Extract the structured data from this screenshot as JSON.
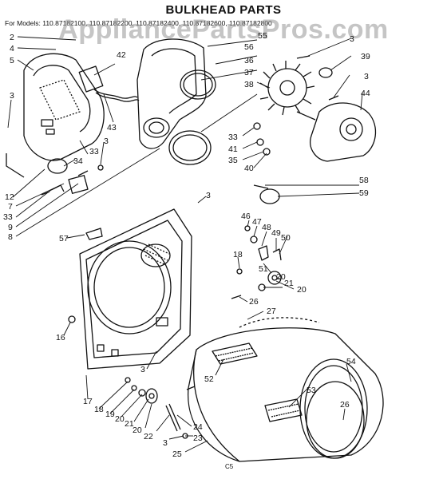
{
  "header": {
    "title": "BULKHEAD PARTS",
    "models": "For Models: 110.87182100, 110.87182200, 110.87182400, 110.87182600, 110.87182800",
    "watermark": "AppliancePartsPros.com"
  },
  "footer": {
    "code": "C5"
  },
  "callouts": [
    {
      "id": "c2",
      "text": "2"
    },
    {
      "id": "c4",
      "text": "4"
    },
    {
      "id": "c5",
      "text": "5"
    },
    {
      "id": "c42",
      "text": "42"
    },
    {
      "id": "c43",
      "text": "43"
    },
    {
      "id": "c3a",
      "text": "3"
    },
    {
      "id": "c33a",
      "text": "33"
    },
    {
      "id": "c34",
      "text": "34"
    },
    {
      "id": "c3b",
      "text": "3"
    },
    {
      "id": "c12",
      "text": "12"
    },
    {
      "id": "c7",
      "text": "7"
    },
    {
      "id": "c33b",
      "text": "33"
    },
    {
      "id": "c9",
      "text": "9"
    },
    {
      "id": "c8",
      "text": "8"
    },
    {
      "id": "c55",
      "text": "55"
    },
    {
      "id": "c56",
      "text": "56"
    },
    {
      "id": "c36",
      "text": "36"
    },
    {
      "id": "c37",
      "text": "37"
    },
    {
      "id": "c38",
      "text": "38"
    },
    {
      "id": "c3c",
      "text": "3"
    },
    {
      "id": "c39",
      "text": "39"
    },
    {
      "id": "c3d",
      "text": "3"
    },
    {
      "id": "c44",
      "text": "44"
    },
    {
      "id": "c33c",
      "text": "33"
    },
    {
      "id": "c41",
      "text": "41"
    },
    {
      "id": "c35",
      "text": "35"
    },
    {
      "id": "c40",
      "text": "40"
    },
    {
      "id": "c58",
      "text": "58"
    },
    {
      "id": "c59",
      "text": "59"
    },
    {
      "id": "c3e",
      "text": "3"
    },
    {
      "id": "c46",
      "text": "46"
    },
    {
      "id": "c47",
      "text": "47"
    },
    {
      "id": "c48",
      "text": "48"
    },
    {
      "id": "c49",
      "text": "49"
    },
    {
      "id": "c50",
      "text": "50"
    },
    {
      "id": "c57",
      "text": "57"
    },
    {
      "id": "c18a",
      "text": "18"
    },
    {
      "id": "c51",
      "text": "51"
    },
    {
      "id": "c20a",
      "text": "20"
    },
    {
      "id": "c21a",
      "text": "21"
    },
    {
      "id": "c20b",
      "text": "20"
    },
    {
      "id": "c26a",
      "text": "26"
    },
    {
      "id": "c27",
      "text": "27"
    },
    {
      "id": "c16",
      "text": "16"
    },
    {
      "id": "c3f",
      "text": "3"
    },
    {
      "id": "c52",
      "text": "52"
    },
    {
      "id": "c54",
      "text": "54"
    },
    {
      "id": "c53",
      "text": "53"
    },
    {
      "id": "c26b",
      "text": "26"
    },
    {
      "id": "c17",
      "text": "17"
    },
    {
      "id": "c18b",
      "text": "18"
    },
    {
      "id": "c19",
      "text": "19"
    },
    {
      "id": "c20c",
      "text": "20"
    },
    {
      "id": "c21b",
      "text": "21"
    },
    {
      "id": "c20d",
      "text": "20"
    },
    {
      "id": "c22",
      "text": "22"
    },
    {
      "id": "c3g",
      "text": "3"
    },
    {
      "id": "c24",
      "text": "24"
    },
    {
      "id": "c23",
      "text": "23"
    },
    {
      "id": "c25",
      "text": "25"
    }
  ]
}
